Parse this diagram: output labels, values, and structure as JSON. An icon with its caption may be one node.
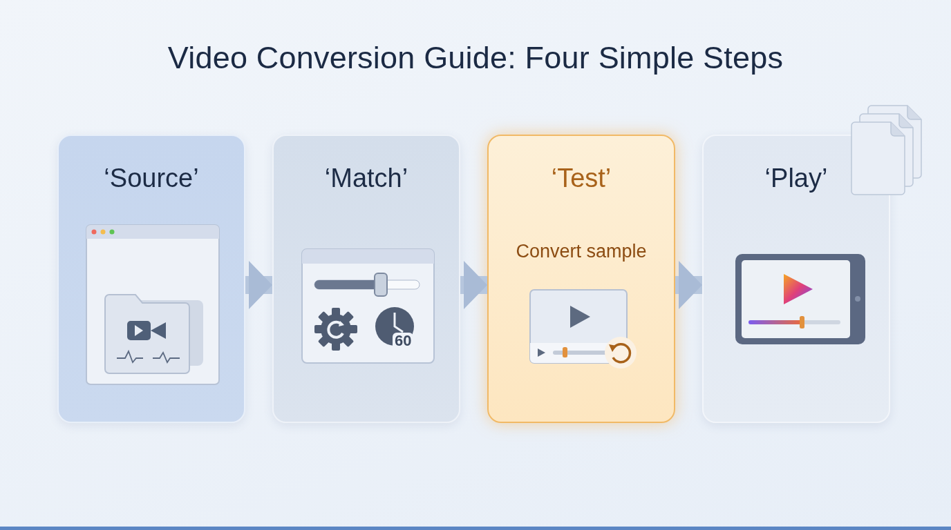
{
  "diagram": {
    "title": "Video Conversion Guide: Four Simple Steps",
    "nodes": [
      {
        "text": [
          "‘Source’"
        ]
      },
      {
        "text": [
          "‘Match’"
        ]
      },
      {
        "text": [
          "‘Test’",
          "Convert sample"
        ]
      },
      {
        "text": [
          "‘Play’"
        ]
      }
    ],
    "edges": [
      {
        "from": 0,
        "to": 1,
        "arrow": "to"
      },
      {
        "from": 1,
        "to": 2,
        "arrow": "to"
      },
      {
        "from": 2,
        "to": 3,
        "arrow": "to"
      }
    ],
    "labels": [
      "60"
    ]
  }
}
